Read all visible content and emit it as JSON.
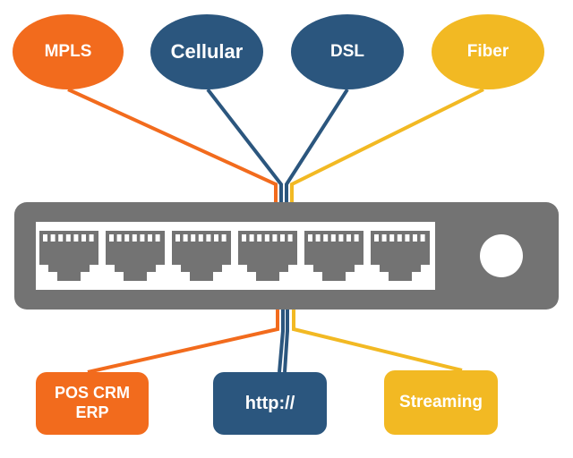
{
  "colors": {
    "orange": "#F26B1D",
    "blue": "#2B567E",
    "yellow": "#F2B923",
    "switch_gray": "#737373"
  },
  "top_nodes": [
    {
      "label": "MPLS",
      "color": "orange"
    },
    {
      "label": "Cellular",
      "color": "blue"
    },
    {
      "label": "DSL",
      "color": "blue"
    },
    {
      "label": "Fiber",
      "color": "yellow"
    }
  ],
  "bottom_nodes": [
    {
      "label": "POS CRM ERP",
      "line1": "POS CRM",
      "line2": "ERP",
      "color": "orange"
    },
    {
      "label": "http://",
      "color": "blue"
    },
    {
      "label": "Streaming",
      "color": "yellow"
    }
  ],
  "switch": {
    "port_count": 6,
    "icon": "network-switch-icon"
  }
}
